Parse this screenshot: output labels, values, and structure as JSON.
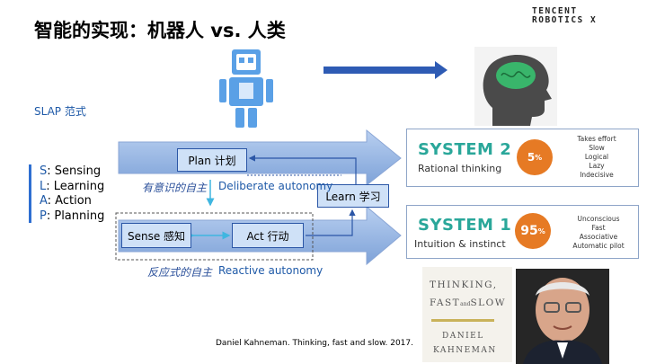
{
  "title": "智能的实现：机器人 vs. 人类",
  "logo": {
    "line1": "TENCENT",
    "line2": "ROBOTICS X"
  },
  "slap_label": "SLAP 范式",
  "legend": [
    {
      "key": "S",
      "text": ": Sensing"
    },
    {
      "key": "L",
      "text": ": Learning"
    },
    {
      "key": "A",
      "text": ": Action"
    },
    {
      "key": "P",
      "text": ": Planning"
    }
  ],
  "diagram": {
    "plan": "Plan 计划",
    "learn": "Learn 学习",
    "sense": "Sense 感知",
    "act": "Act 行动",
    "deliberate_cn": "有意识的自主",
    "deliberate_en": "Deliberate autonomy",
    "reactive_cn": "反应式的自主",
    "reactive_en": "Reactive autonomy"
  },
  "system2": {
    "title": "SYSTEM 2",
    "subtitle": "Rational thinking",
    "percent": "5",
    "traits": [
      "Takes effort",
      "Slow",
      "Logical",
      "Lazy",
      "Indecisive"
    ]
  },
  "system1": {
    "title": "SYSTEM 1",
    "subtitle": "Intuition & instinct",
    "percent": "95",
    "traits": [
      "Unconscious",
      "Fast",
      "Associative",
      "Automatic pilot"
    ]
  },
  "percent_sign": "%",
  "book": {
    "line1": "THINKING,",
    "line2a": "FAST",
    "line2b": "SLOW",
    "and": "and",
    "author1": "DANIEL",
    "author2": "KAHNEMAN"
  },
  "citation": "Daniel Kahneman. Thinking, fast and slow. 2017.",
  "colors": {
    "accent": "#2aa79a",
    "badge": "#e67a24",
    "arrow": "#9cbcea"
  }
}
